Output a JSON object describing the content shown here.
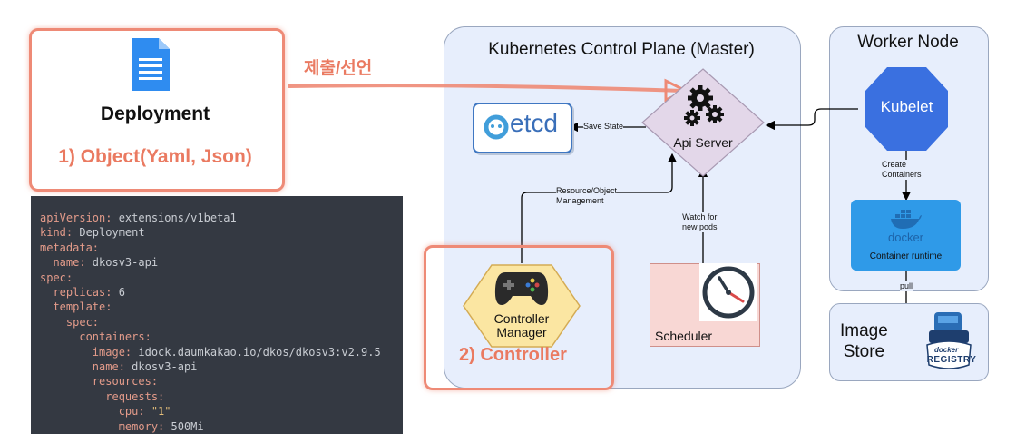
{
  "deployment": {
    "label": "Deployment",
    "object_label": "1) Object(Yaml, Json)"
  },
  "submit_label": "제출/선언",
  "control_plane": {
    "title": "Kubernetes Control Plane (Master)"
  },
  "api_server": {
    "label": "Api Server"
  },
  "etcd": {
    "label": "etcd",
    "edge_label": "Save State"
  },
  "controller": {
    "label_line1": "Controller",
    "label_line2": "Manager",
    "edge_label_line1": "Resource/Object",
    "edge_label_line2": "Management",
    "box_label": "2) Controller"
  },
  "scheduler": {
    "label": "Scheduler",
    "edge_label_line1": "Watch for",
    "edge_label_line2": "new pods"
  },
  "worker_node": {
    "title": "Worker Node",
    "kubelet": "Kubelet",
    "create_label_line1": "Create",
    "create_label_line2": "Containers",
    "docker_word": "docker",
    "container_runtime": "Container runtime",
    "pull_label": "pull"
  },
  "image_store": {
    "line1": "Image",
    "line2": "Store",
    "logo_top": "docker",
    "logo_bottom": "REGISTRY"
  },
  "yaml_lines": [
    {
      "key": "apiVersion:",
      "val": " extensions/v1beta1"
    },
    {
      "key": "kind:",
      "val": " Deployment"
    },
    {
      "key": "metadata:",
      "val": ""
    },
    {
      "key": "  name:",
      "val": " dkosv3-api"
    },
    {
      "key": "spec:",
      "val": ""
    },
    {
      "key": "  replicas:",
      "val": " 6"
    },
    {
      "key": "  template:",
      "val": ""
    },
    {
      "key": "    spec:",
      "val": ""
    },
    {
      "key": "      containers:",
      "val": ""
    },
    {
      "key": "        image:",
      "val": " idock.daumkakao.io/dkos/dkosv3:v2.9.5"
    },
    {
      "key": "        name:",
      "val": " dkosv3-api"
    },
    {
      "key": "        resources:",
      "val": ""
    },
    {
      "key": "          requests:",
      "val": ""
    },
    {
      "key": "            cpu:",
      "val": " \"1\""
    },
    {
      "key": "            memory:",
      "val": " 500Mi"
    }
  ],
  "colors": {
    "accent_red": "#ea7a61",
    "kubelet_blue": "#3a70e0",
    "docker_blue": "#2496ed",
    "panel": "#e7eefc"
  }
}
